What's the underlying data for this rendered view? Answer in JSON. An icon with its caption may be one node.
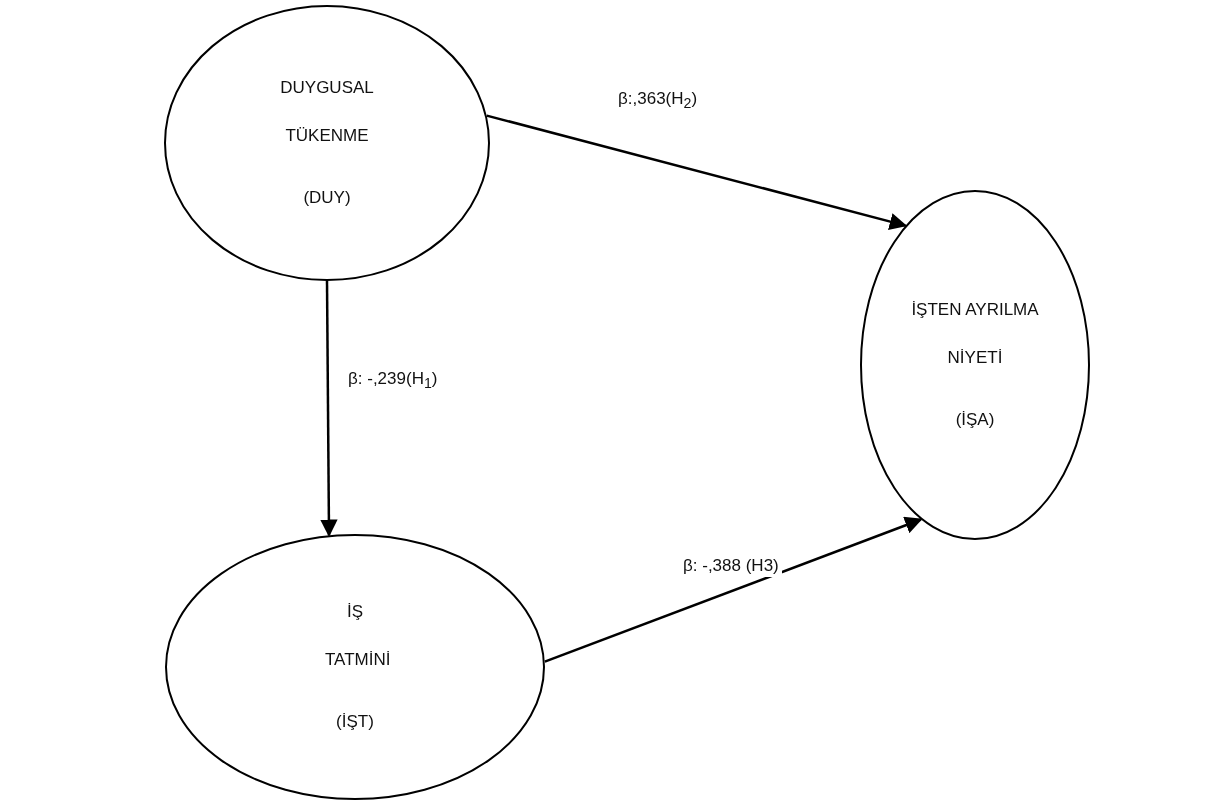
{
  "diagram": {
    "nodes": [
      {
        "text": [
          "DUYGUSAL TÜKENME",
          "(DUY)"
        ]
      },
      {
        "text": [
          "İŞTEN AYRILMA NİYETİ",
          "(İŞA)"
        ]
      },
      {
        "text": [
          "İŞ TATMİNİ",
          "(İŞT)"
        ]
      }
    ],
    "edges": [
      {
        "from": 0,
        "to": 1,
        "arrow": "to",
        "label": "β:,363(H$_{2}$)"
      },
      {
        "from": 0,
        "to": 2,
        "arrow": "to",
        "label": "β: -,239(H$_{1}$)"
      },
      {
        "from": 2,
        "to": 1,
        "arrow": "to",
        "label": "β: -,388 (H3)"
      }
    ]
  }
}
